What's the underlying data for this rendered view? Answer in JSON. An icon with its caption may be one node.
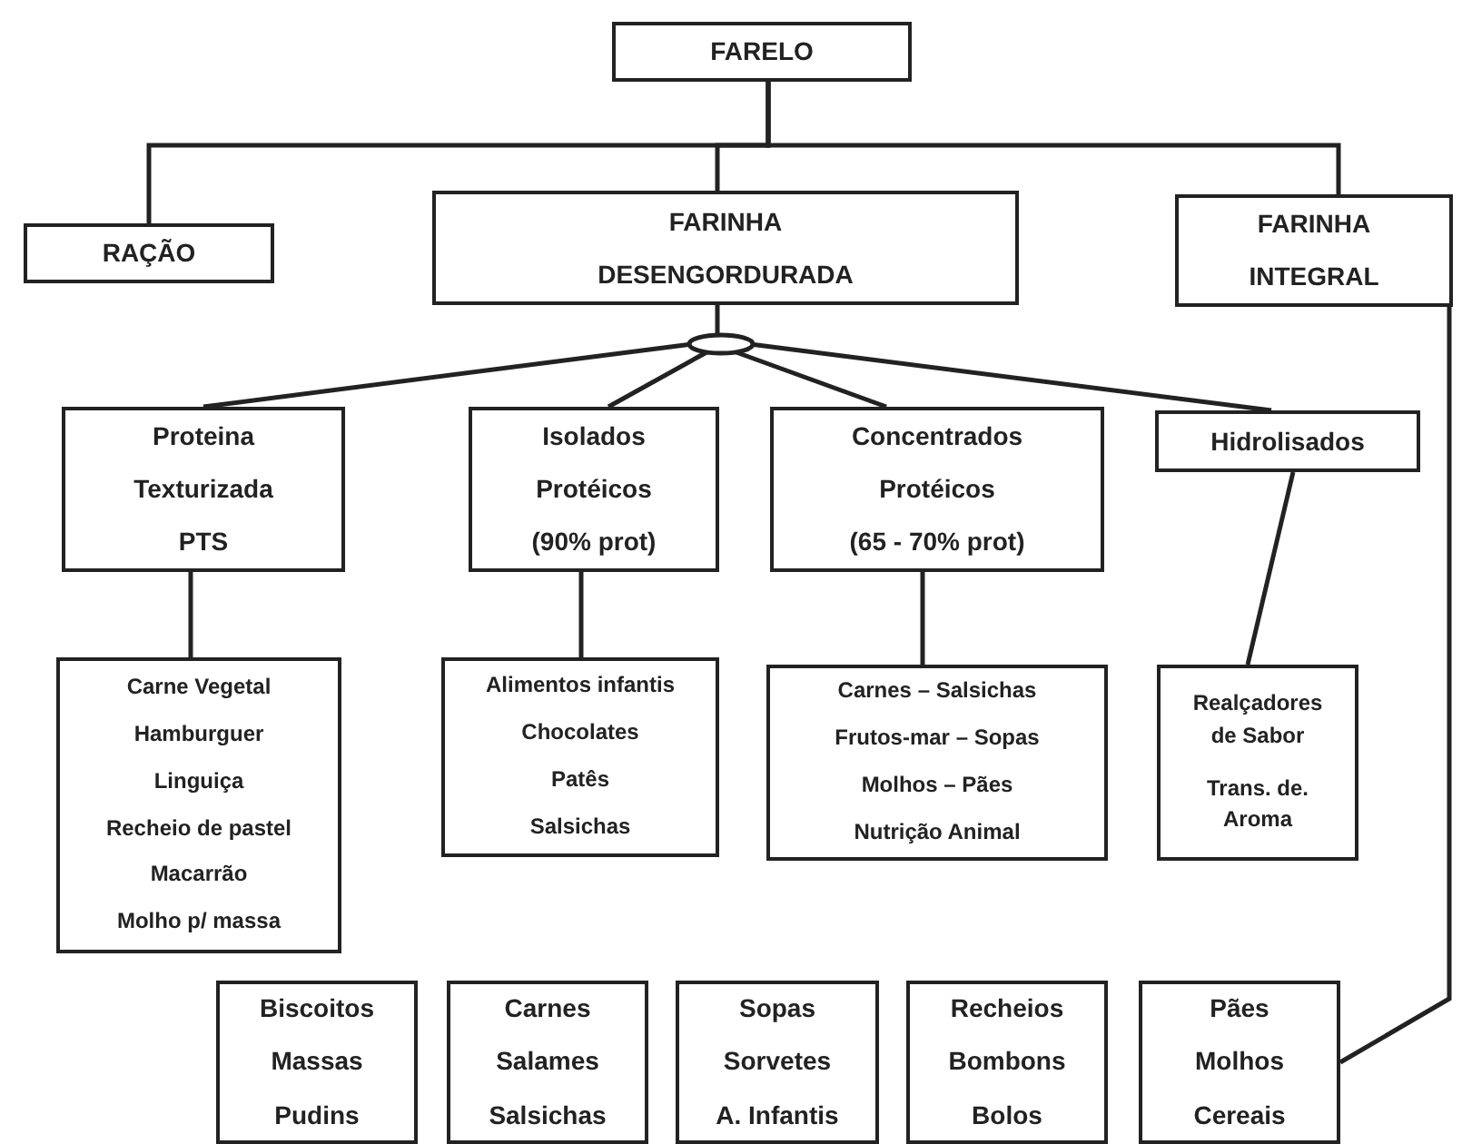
{
  "diagram": {
    "nodes": [
      {
        "text": [
          "FARELO"
        ]
      },
      {
        "text": [
          "RAÇÃO"
        ]
      },
      {
        "text": [
          "FARINHA DESENGORDURADA"
        ]
      },
      {
        "text": [
          "FARINHA INTEGRAL"
        ]
      },
      {
        "text": [],
        "shape": "ellipse"
      },
      {
        "text": [
          "Proteina Texturizada",
          "PTS"
        ]
      },
      {
        "text": [
          "Isolados Protéicos",
          "(90% prot)"
        ]
      },
      {
        "text": [
          "Concentrados Protéicos",
          "(65 - 70% prot)"
        ]
      },
      {
        "text": [
          "Hidrolisados"
        ]
      },
      {
        "text": [
          "Carne Vegetal",
          "Hamburguer",
          "Linguiça",
          "Recheio de pastel",
          "Macarrão",
          "Molho p/ massa"
        ]
      },
      {
        "text": [
          "Alimentos infantis",
          "Chocolates",
          "Patês",
          "Salsichas"
        ]
      },
      {
        "text": [
          "Carnes – Salsichas",
          "Frutos-mar – Sopas",
          "Molhos – Pães",
          "Nutrição Animal"
        ]
      },
      {
        "text": [
          "Realçadores de Sabor",
          "Trans. de. Aroma"
        ]
      },
      {
        "text": [
          "Biscoitos",
          "Massas",
          "Pudins"
        ]
      },
      {
        "text": [
          "Carnes",
          "Salames",
          "Salsichas"
        ]
      },
      {
        "text": [
          "Sopas",
          "Sorvetes",
          "A. Infantis"
        ]
      },
      {
        "text": [
          "Recheios",
          "Bombons",
          "Bolos"
        ]
      },
      {
        "text": [
          "Pães",
          "Molhos",
          "Cereais"
        ]
      }
    ],
    "edges": [
      {
        "from": 0,
        "to": 1,
        "arrow": "none"
      },
      {
        "from": 0,
        "to": 2,
        "arrow": "none"
      },
      {
        "from": 0,
        "to": 3,
        "arrow": "none"
      },
      {
        "from": 2,
        "to": 4,
        "arrow": "none"
      },
      {
        "from": 4,
        "to": 5,
        "arrow": "none"
      },
      {
        "from": 4,
        "to": 6,
        "arrow": "none"
      },
      {
        "from": 4,
        "to": 7,
        "arrow": "none"
      },
      {
        "from": 4,
        "to": 8,
        "arrow": "none"
      },
      {
        "from": 5,
        "to": 9,
        "arrow": "none"
      },
      {
        "from": 6,
        "to": 10,
        "arrow": "none"
      },
      {
        "from": 7,
        "to": 11,
        "arrow": "none"
      },
      {
        "from": 8,
        "to": 12,
        "arrow": "none"
      },
      {
        "from": 3,
        "to": 17,
        "arrow": "none"
      }
    ]
  }
}
